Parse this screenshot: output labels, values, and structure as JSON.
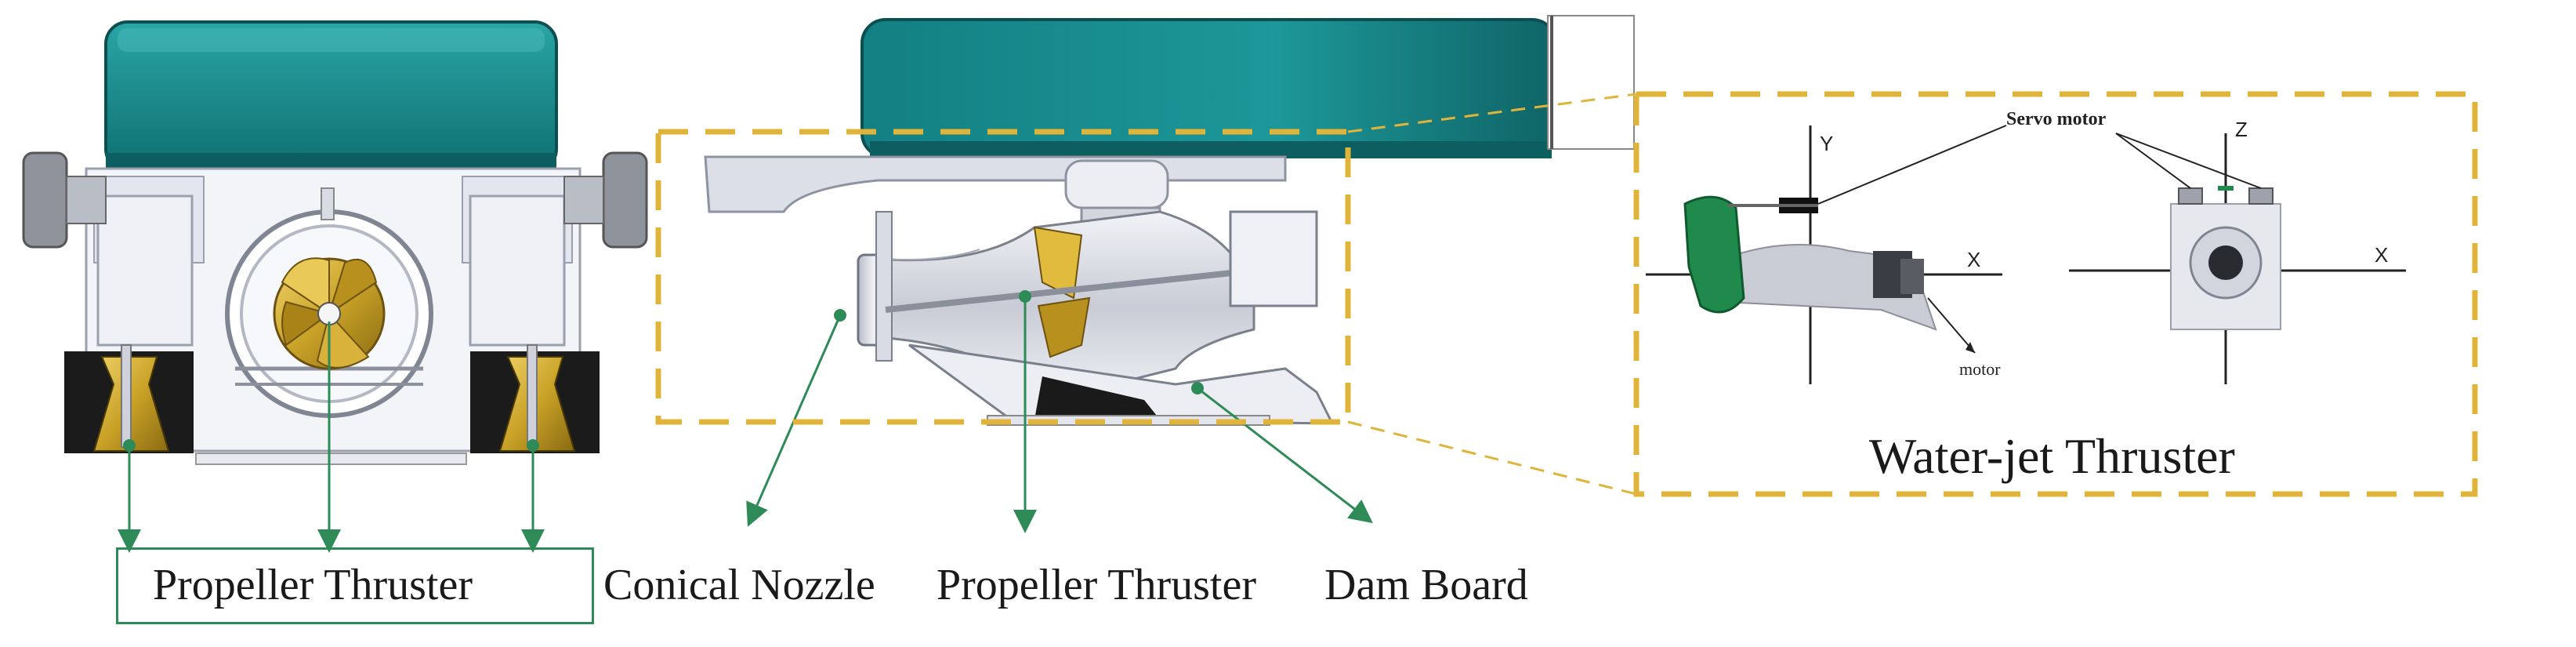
{
  "labels": {
    "propeller_thruster_left": "Propeller Thruster",
    "conical_nozzle": "Conical Nozzle",
    "propeller_thruster_mid": "Propeller Thruster",
    "dam_board": "Dam Board",
    "water_jet_thruster": "Water-jet Thruster",
    "servo_motor": "Servo motor",
    "motor": "motor",
    "axis_y": "Y",
    "axis_x1": "X",
    "axis_z": "Z",
    "axis_x2": "X"
  },
  "colors": {
    "hull_teal": "#1f8a8c",
    "hull_teal_dark": "#0f6466",
    "frame_grey": "#dfe2ea",
    "propeller_gold": "#c9a227",
    "leader_green": "#2e8b57",
    "dashed_gold": "#e0b43a"
  }
}
